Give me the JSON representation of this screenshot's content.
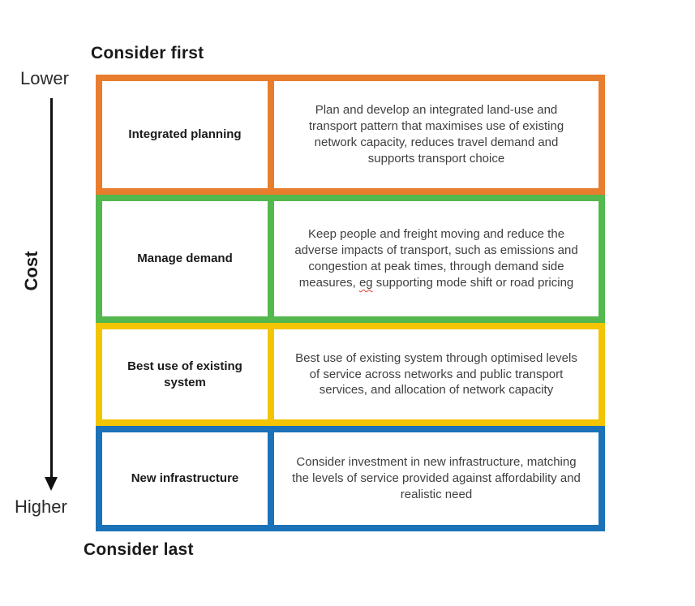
{
  "titles": {
    "top": "Consider first",
    "bottom": "Consider last"
  },
  "axis": {
    "label": "Cost",
    "top_label": "Lower",
    "bottom_label": "Higher",
    "line_color": "#111111"
  },
  "rows": [
    {
      "name": "Integrated planning",
      "description": "Plan and develop an integrated land-use and transport pattern that maximises use of existing network capacity, reduces travel demand and supports transport choice",
      "color": "#E87D2E"
    },
    {
      "name": "Manage demand",
      "description_before": "Keep people and freight moving and reduce the adverse impacts of transport, such as emissions and congestion at peak times, through demand side measures, ",
      "misspelled_word": "eg",
      "description_after": " supporting mode shift or road pricing",
      "color": "#53B84E",
      "squiggle_color": "#e03c31"
    },
    {
      "name": "Best use of existing system",
      "description": "Best use of existing system through optimised levels of service across networks and public transport services, and allocation of network capacity",
      "color": "#F2C500"
    },
    {
      "name": "New infrastructure",
      "description": "Consider investment in new infrastructure, matching the levels of service provided against affordability and realistic need",
      "color": "#1B72B8"
    }
  ]
}
